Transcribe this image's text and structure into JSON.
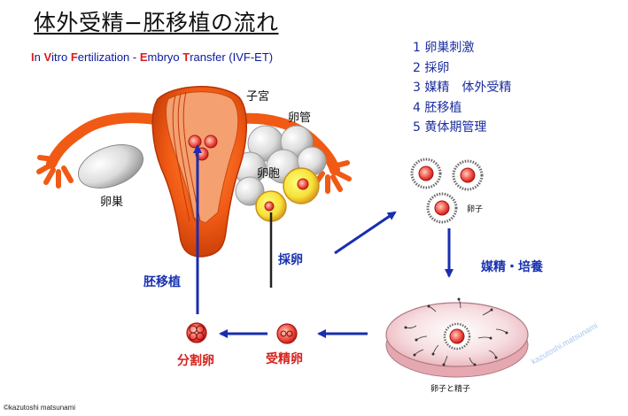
{
  "title": "体外受精−胚移植の流れ",
  "subtitle": {
    "parts": [
      {
        "t": "I",
        "hl": true
      },
      {
        "t": "n ",
        "hl": false
      },
      {
        "t": "V",
        "hl": true
      },
      {
        "t": "itro ",
        "hl": false
      },
      {
        "t": "F",
        "hl": true
      },
      {
        "t": "ertilization - ",
        "hl": false
      },
      {
        "t": "E",
        "hl": true
      },
      {
        "t": "mbryo ",
        "hl": false
      },
      {
        "t": "T",
        "hl": true
      },
      {
        "t": "ransfer (IVF-ET)",
        "hl": false
      }
    ]
  },
  "steps": [
    "1 卵巣刺激",
    "2 採卵",
    "3 媒精　体外受精",
    "4 胚移植",
    "5 黄体期管理"
  ],
  "labels": {
    "uterus": "子宮",
    "oviduct": "卵管",
    "follicle": "卵胞",
    "ovary": "卵巣",
    "oocyte": "卵子",
    "oocyte_sperm": "卵子と精子"
  },
  "process": {
    "retrieval": "採卵",
    "insemination": "媒精・培養",
    "transfer": "胚移植",
    "fertilized": "受精卵",
    "cleaving": "分割卵"
  },
  "copyright": "©kazutoshi matsunami",
  "watermark": "kazutoshi.matsunami",
  "colors": {
    "uterus": "#f05a14",
    "uterus_dark": "#c23a06",
    "arrow": "#1a2db0",
    "red_text": "#d4221c",
    "step_text": "#1a2d9e",
    "dish": "#f4c8cc"
  }
}
